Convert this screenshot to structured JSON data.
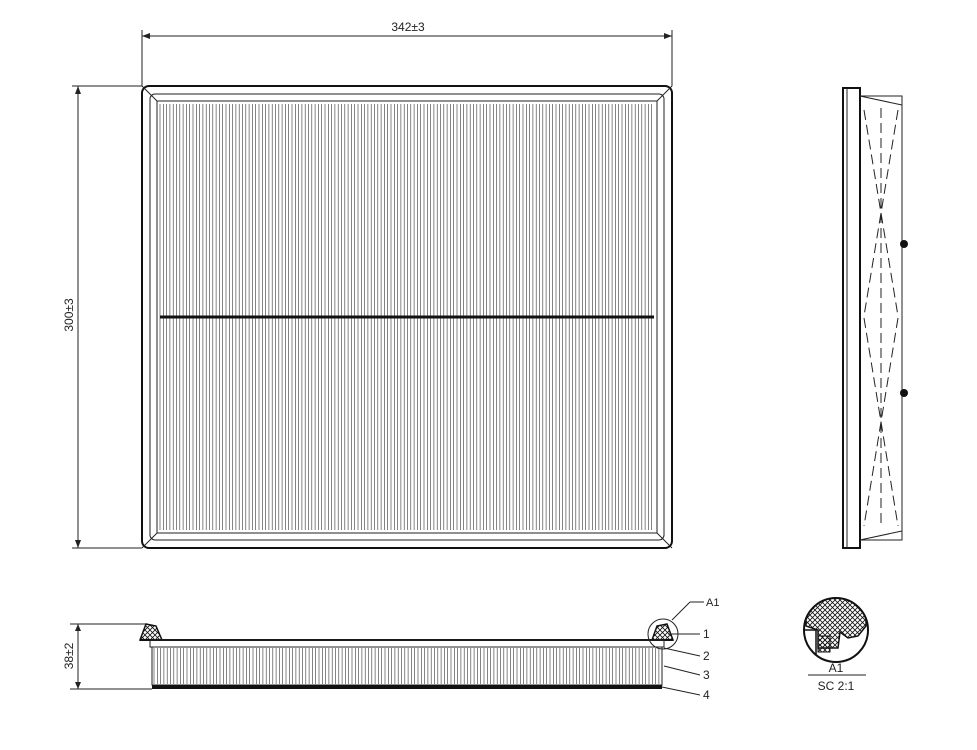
{
  "dimensions": {
    "width": "342±3",
    "height": "300±3",
    "depth": "38±2"
  },
  "callouts": {
    "detail_ref": "A1",
    "part_1": "1",
    "part_2": "2",
    "part_3": "3",
    "part_4": "4"
  },
  "detail": {
    "label": "A1",
    "scale": "SC 2:1"
  }
}
